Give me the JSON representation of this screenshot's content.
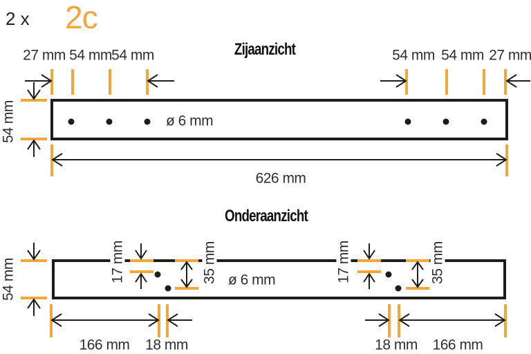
{
  "header": {
    "quantity": "2 x",
    "part_code": "2c"
  },
  "colors": {
    "accent": "#F3A73B",
    "line": "#1D1D1B",
    "text": "#2F2F2E"
  },
  "side_view": {
    "title": "Zijaanzicht",
    "top_dims_left": [
      "27 mm",
      "54 mm",
      "54 mm"
    ],
    "top_dims_right": [
      "54 mm",
      "54 mm",
      "27 mm"
    ],
    "height_label": "54 mm",
    "hole_diameter_label": "ø 6 mm",
    "length_label": "626 mm"
  },
  "bottom_view": {
    "title": "Onderaanzicht",
    "height_label": "54 mm",
    "hole_diameter_label": "ø 6 mm",
    "left_cluster": {
      "edge_offset_label": "17 mm",
      "row_spacing_label": "35 mm"
    },
    "right_cluster": {
      "edge_offset_label": "17 mm",
      "row_spacing_label": "35 mm"
    },
    "bottom_dims": [
      "166 mm",
      "18 mm",
      "18 mm",
      "166 mm"
    ]
  }
}
